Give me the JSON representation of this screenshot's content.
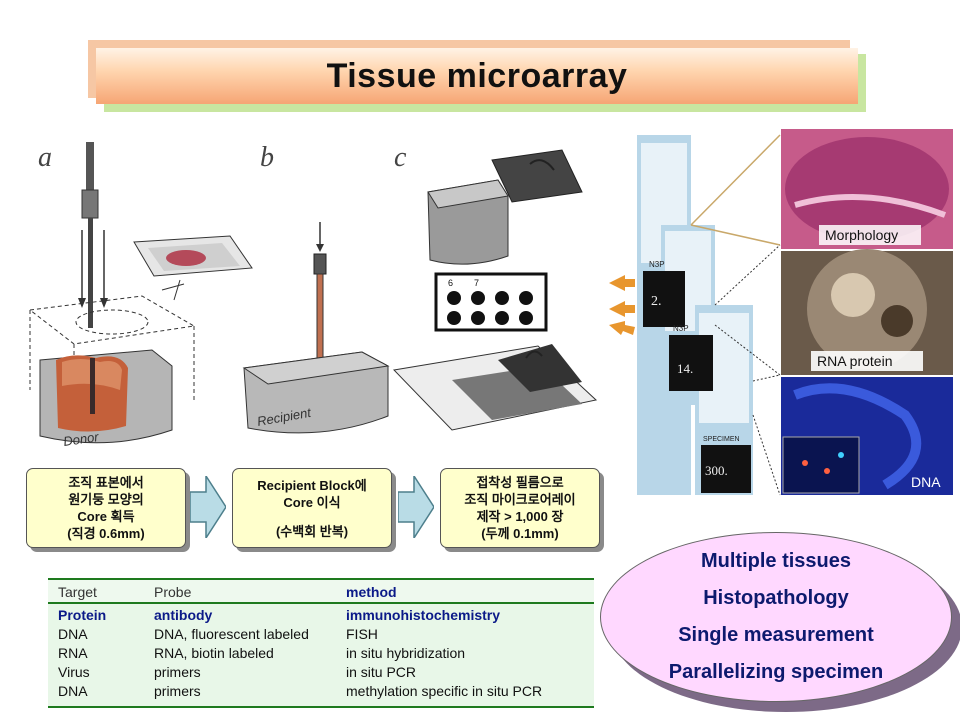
{
  "title": "Tissue microarray",
  "panels": {
    "a": "a",
    "b": "b",
    "c": "c",
    "donor": "Donor",
    "recipient": "Recipient",
    "grid_numbers": [
      "6",
      "7"
    ]
  },
  "micro_labels": {
    "morphology": "Morphology",
    "rna_protein": "RNA protein",
    "dna": "DNA",
    "slide_numbers": [
      "2.",
      "14.",
      "300."
    ],
    "slide_tags": [
      "N3P",
      "N3P",
      "SPECIMEN"
    ]
  },
  "steps": [
    {
      "lines": [
        "조직 표본에서",
        "원기둥 모양의",
        "Core 획득",
        "(직경 0.6mm)"
      ]
    },
    {
      "lines": [
        "Recipient Block에",
        "Core 이식",
        "",
        "(수백회 반복)"
      ]
    },
    {
      "lines": [
        "접착성 필름으로",
        "조직 마이크로어레이",
        "제작 > 1,000 장",
        "(두께 0.1mm)"
      ]
    }
  ],
  "table": {
    "headers": [
      "Target",
      "Probe",
      "method"
    ],
    "rows": [
      [
        "Protein",
        "antibody",
        "immunohistochemistry"
      ],
      [
        "DNA",
        "DNA, fluorescent labeled",
        "FISH"
      ],
      [
        "RNA",
        "RNA, biotin labeled",
        "in situ hybridization"
      ],
      [
        "Virus",
        "primers",
        "in situ PCR"
      ],
      [
        "DNA",
        "primers",
        "methylation specific in situ PCR"
      ]
    ]
  },
  "ellipse_lines": [
    "Multiple tissues",
    "Histopathology",
    "Single measurement",
    "Parallelizing specimen"
  ],
  "colors": {
    "title_gradient": "#f6a574",
    "step_fill": "#ffffcc",
    "table_fill": "#e8f7e8",
    "table_rule": "#1e7a1e",
    "ellipse_fill": "#ffd8ff",
    "ellipse_text": "#0d1a6e"
  }
}
